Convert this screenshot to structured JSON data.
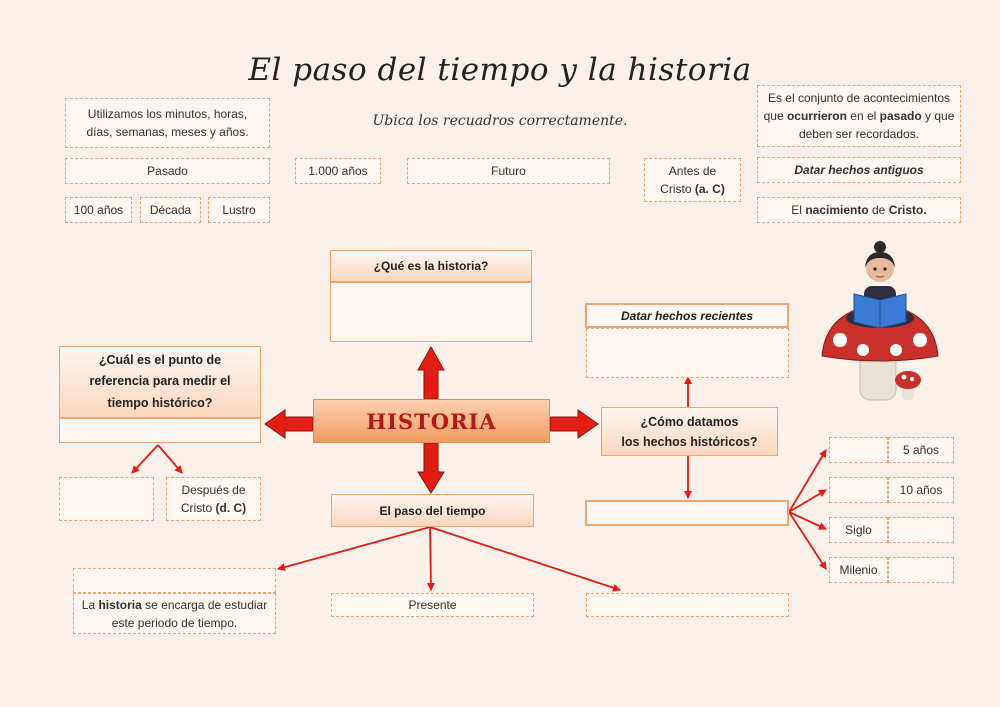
{
  "header": {
    "title": "El paso del tiempo y la historia",
    "subtitle": "Ubica los recuadros correctamente."
  },
  "word_bank": {
    "units": [
      "Utilizamos los minutos, horas,",
      "días, semanas, meses y años."
    ],
    "pasado": "Pasado",
    "mil_anos": "1.000 años",
    "futuro": "Futuro",
    "antes_cristo": [
      "Antes de",
      "Cristo ",
      "(a. C)"
    ],
    "cien_anos": "100 años",
    "decada": "Década",
    "lustro": "Lustro",
    "definicion": [
      "Es el conjunto de acontecimientos",
      "que ",
      "ocurrieron",
      " en el ",
      "pasado",
      " y que",
      "deben ser recordados."
    ],
    "datar_antiguos": "Datar hechos antiguos",
    "nacimiento": [
      "El ",
      "nacimiento",
      " de ",
      "Cristo."
    ]
  },
  "map": {
    "center": "HISTORIA",
    "que_es": "¿Qué es la historia?",
    "punto_referencia": [
      "¿Cuál es el punto de",
      "referencia para medir el",
      "tiempo histórico?"
    ],
    "despues_cristo": [
      "Después de",
      "Cristo ",
      "(d. C)"
    ],
    "paso_tiempo": "El paso del tiempo",
    "historia_estudia": [
      "La ",
      "historia",
      " se encarga de estudiar",
      "este periodo de tiempo."
    ],
    "presente": "Presente",
    "como_datamos": [
      "¿Cómo datamos",
      "los hechos históricos?"
    ],
    "datar_recientes": "Datar hechos recientes",
    "units": [
      "5 años",
      "10 años",
      "Siglo",
      "Milenio"
    ]
  },
  "colors": {
    "background": "#fbf1ea",
    "box_border": "#f0a46e",
    "arrow": "#e11d14",
    "center_text": "#b3171a"
  },
  "icons": {
    "avatar": "girl-reading-on-mushroom"
  }
}
